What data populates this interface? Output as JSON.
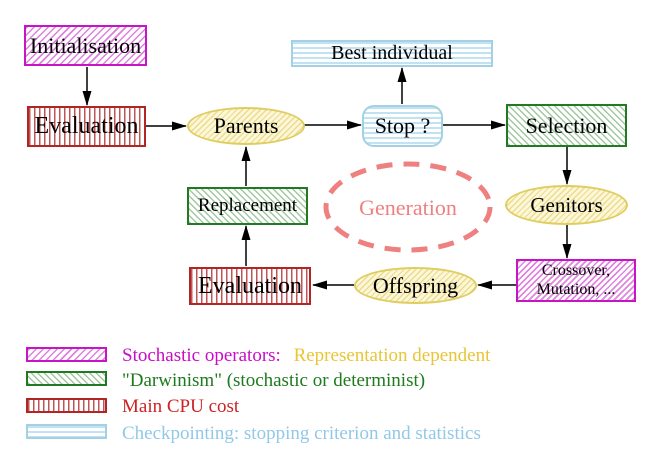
{
  "nodes": {
    "initialisation": {
      "label": "Initialisation"
    },
    "evaluation_top": {
      "label": "Evaluation"
    },
    "best_individual": {
      "label": "Best individual"
    },
    "parents": {
      "label": "Parents"
    },
    "stop": {
      "label": "Stop ?"
    },
    "selection": {
      "label": "Selection"
    },
    "replacement": {
      "label": "Replacement"
    },
    "generation": {
      "label": "Generation"
    },
    "genitors": {
      "label": "Genitors"
    },
    "crossover": {
      "line1": "Crossover,",
      "line2": "Mutation, ..."
    },
    "offspring": {
      "label": "Offspring"
    },
    "evaluation_bottom": {
      "label": "Evaluation"
    }
  },
  "legend": {
    "items": [
      {
        "swatch": "magenta-hatch",
        "label": "Stochastic operators:",
        "label_extra": "Representation dependent"
      },
      {
        "swatch": "green-hatch",
        "label": "\"Darwinism\" (stochastic or determinist)"
      },
      {
        "swatch": "red-stripes",
        "label": "Main CPU cost"
      },
      {
        "swatch": "cyan-stripes",
        "label": "Checkpointing: stopping criterion and statistics"
      }
    ]
  },
  "colors": {
    "magenta": "#c515c5",
    "yellow": "#e9c535",
    "green": "#1e7a1e",
    "red": "#cc2222",
    "cyan": "#92c8e8",
    "salmon": "#ee8080",
    "node_yellow_fill": "#fcf7d6",
    "arrow": "#000000"
  }
}
